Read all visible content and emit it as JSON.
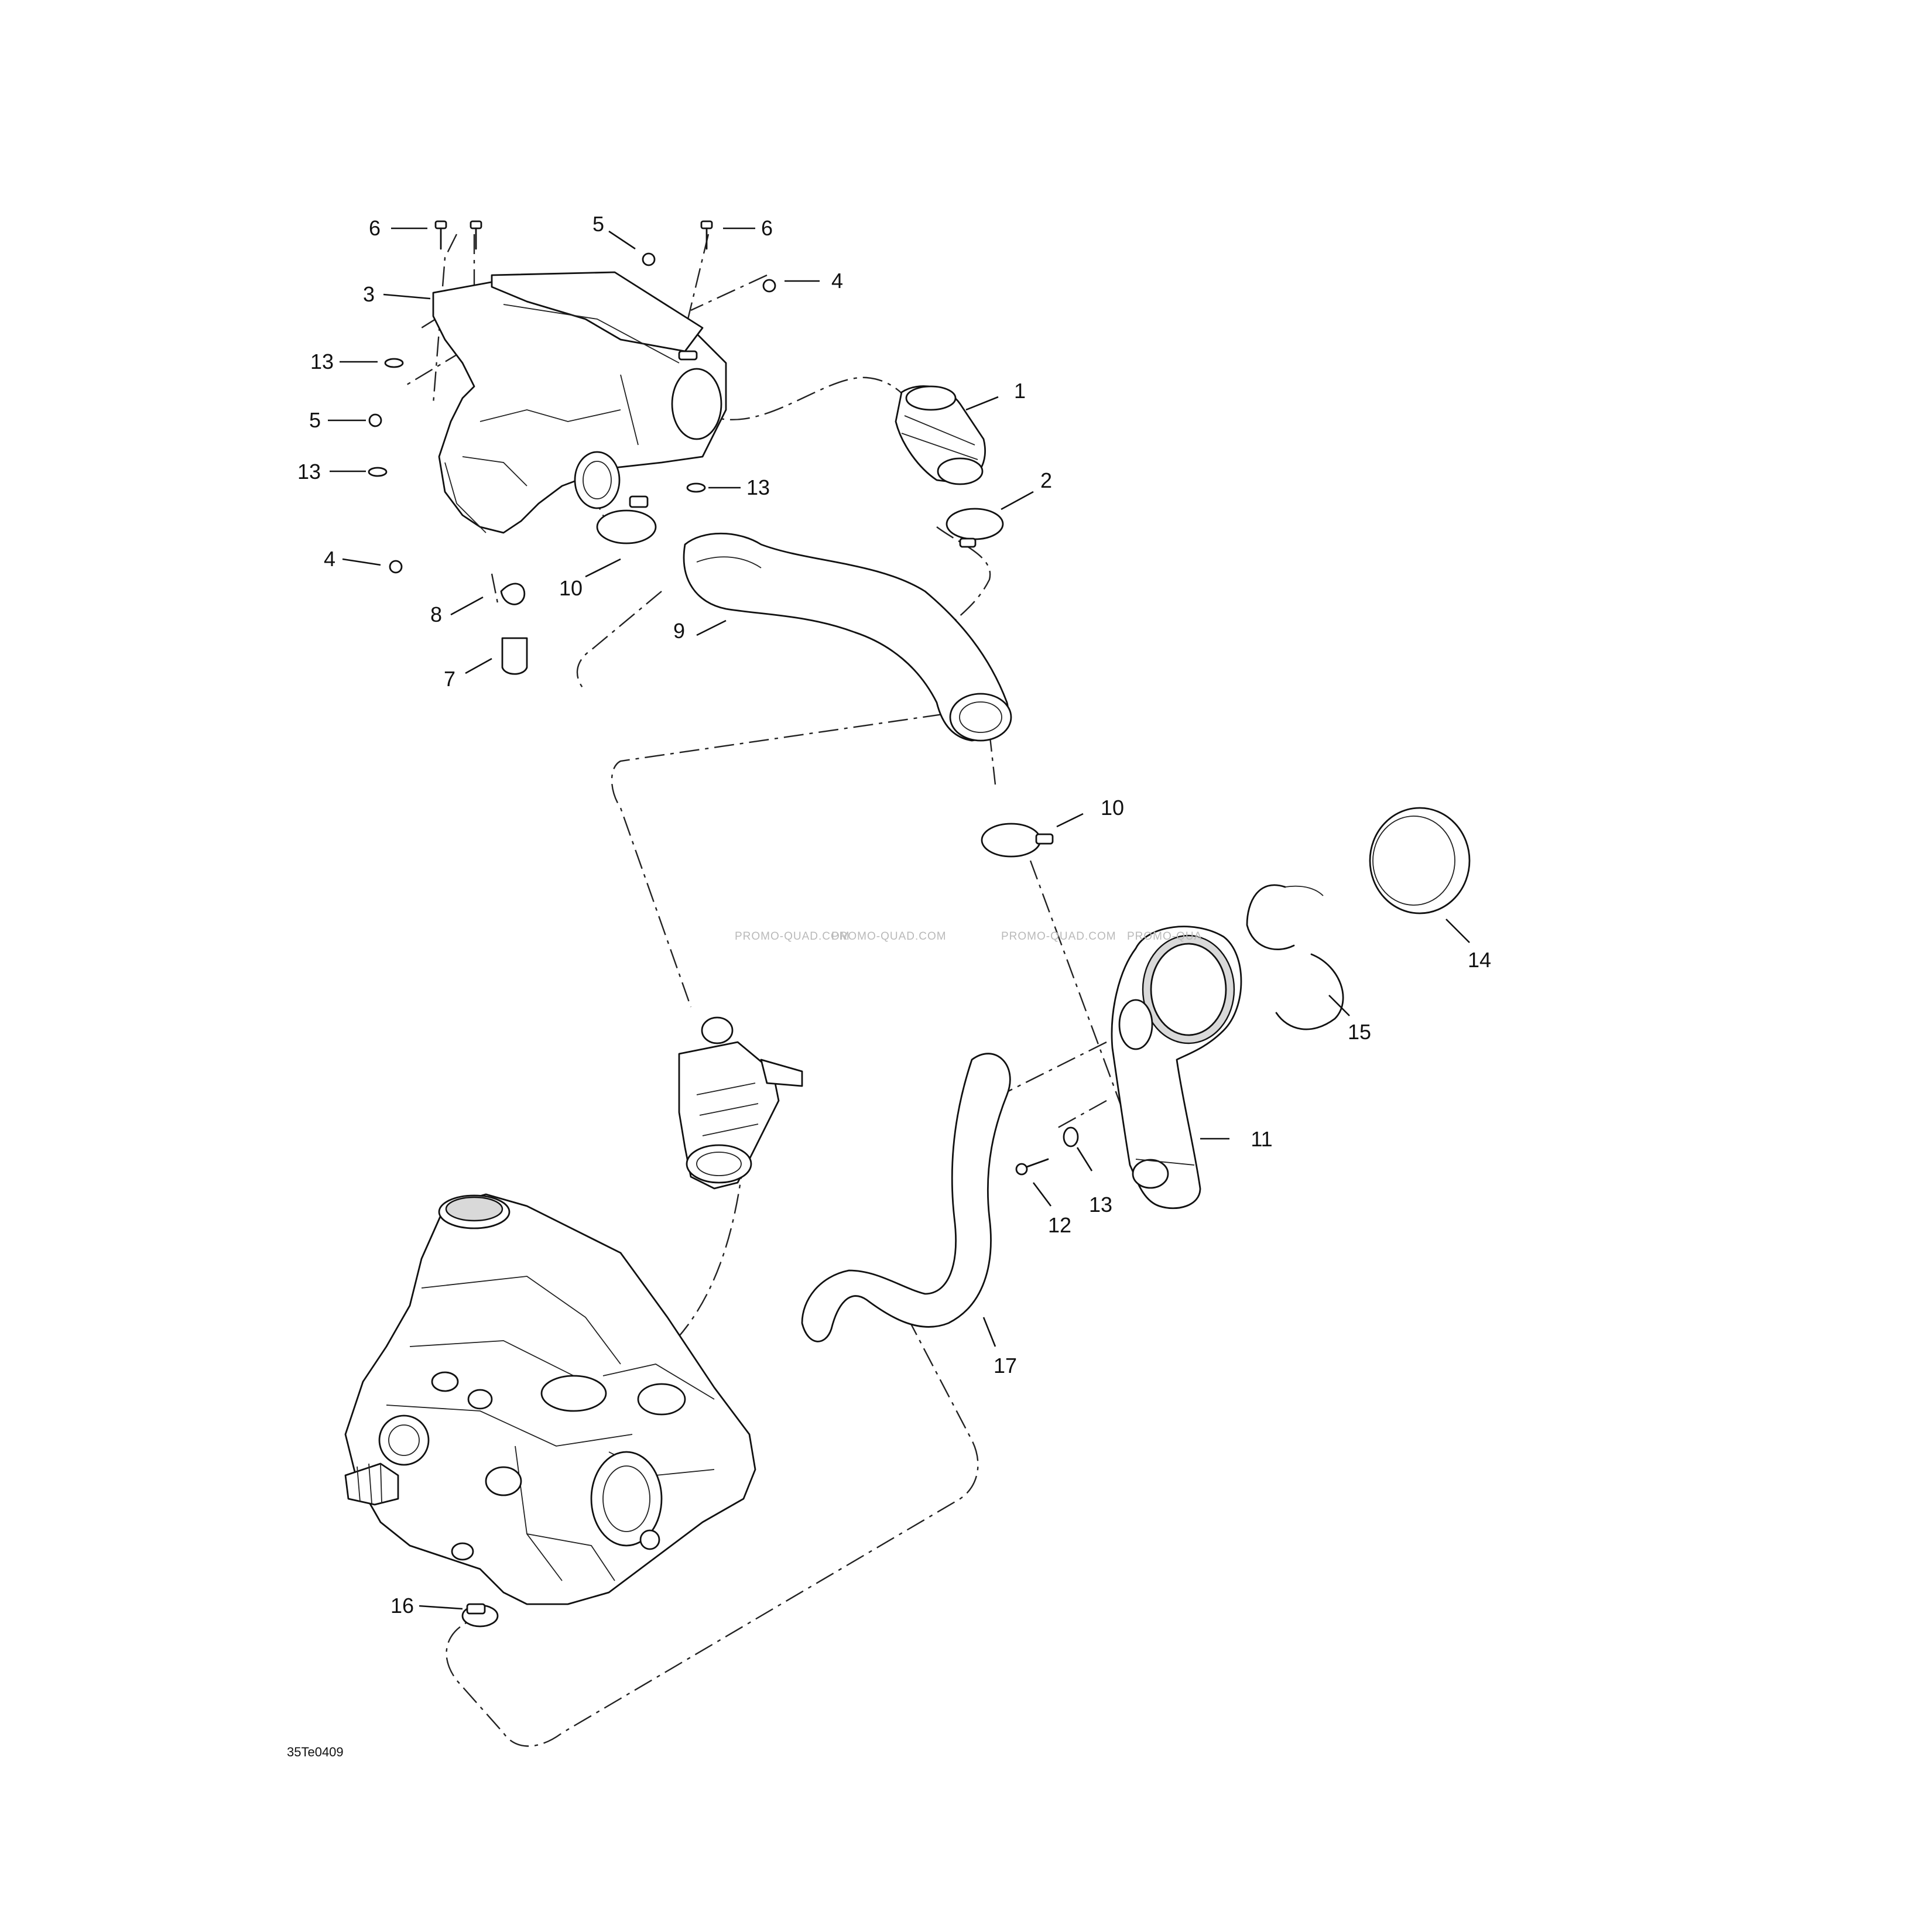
{
  "diagram_code": "35Te0409",
  "watermark_text": "PROMO-QUAD.COM",
  "watermark_last_text": "PROMO-QUA",
  "callouts": {
    "c1": "1",
    "c2": "2",
    "c3": "3",
    "c4a": "4",
    "c4b": "4",
    "c5a": "5",
    "c5b": "5",
    "c6a": "6",
    "c6b": "6",
    "c7": "7",
    "c8": "8",
    "c9": "9",
    "c10a": "10",
    "c10b": "10",
    "c11": "11",
    "c12": "12",
    "c13a": "13",
    "c13b": "13",
    "c13c": "13",
    "c13d": "13",
    "c14": "14",
    "c15": "15",
    "c16": "16",
    "c17": "17"
  }
}
